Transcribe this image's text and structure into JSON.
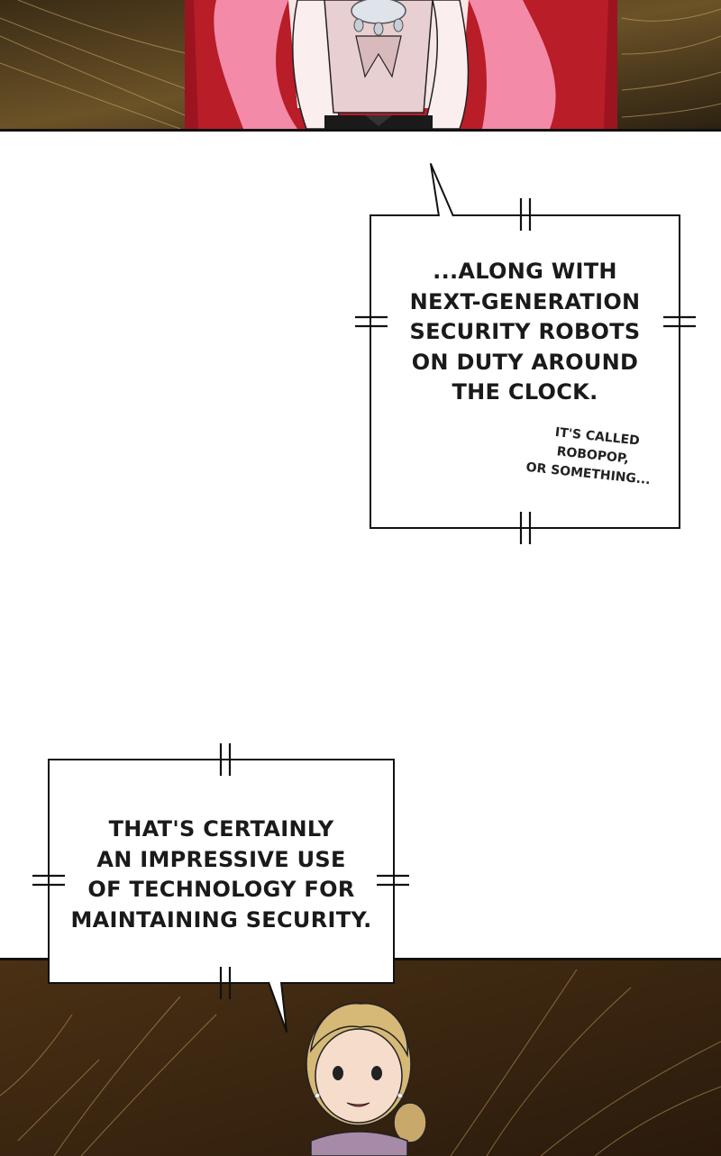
{
  "box1": {
    "lines": [
      "...ALONG WITH",
      "NEXT-GENERATION",
      "SECURITY ROBOTS",
      "ON DUTY AROUND",
      "THE CLOCK."
    ],
    "aside_lines": [
      "IT'S CALLED",
      "ROBOPOP,",
      "OR SOMETHING..."
    ]
  },
  "box2": {
    "lines": [
      "THAT'S CERTAINLY",
      "AN IMPRESSIVE USE",
      "OF TECHNOLOGY FOR",
      "MAINTAINING SECURITY."
    ]
  }
}
